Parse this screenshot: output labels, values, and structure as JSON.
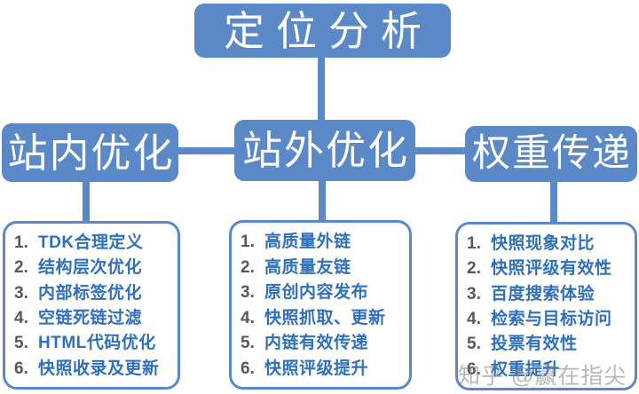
{
  "diagram": {
    "root": {
      "label": "定位分析"
    },
    "branches": [
      {
        "label": "站内优化",
        "items": [
          {
            "num": "1.",
            "text": "TDK合理定义"
          },
          {
            "num": "2.",
            "text": "结构层次优化"
          },
          {
            "num": "3.",
            "text": "内部标签优化"
          },
          {
            "num": "4.",
            "text": "空链死链过滤"
          },
          {
            "num": "5.",
            "text": "HTML代码优化"
          },
          {
            "num": "6.",
            "text": "快照收录及更新"
          }
        ]
      },
      {
        "label": "站外优化",
        "items": [
          {
            "num": "1.",
            "text": "高质量外链"
          },
          {
            "num": "2.",
            "text": "高质量友链"
          },
          {
            "num": "3.",
            "text": "原创内容发布"
          },
          {
            "num": "4.",
            "text": "快照抓取、更新"
          },
          {
            "num": "5.",
            "text": "内链有效传递"
          },
          {
            "num": "6.",
            "text": "快照评级提升"
          }
        ]
      },
      {
        "label": "权重传递",
        "items": [
          {
            "num": "1.",
            "text": "快照现象对比"
          },
          {
            "num": "2.",
            "text": "快照评级有效性"
          },
          {
            "num": "3.",
            "text": "百度搜索体验"
          },
          {
            "num": "4.",
            "text": "检索与目标访问"
          },
          {
            "num": "5.",
            "text": "投票有效性"
          },
          {
            "num": "6.",
            "text": "权重提升"
          }
        ]
      }
    ],
    "watermark": "知乎 @赢在指尖",
    "colors": {
      "node_blue": "#5b88c7",
      "item_text_blue": "#2e70bd",
      "item_number_gray": "#57585a",
      "background": "#ffffff"
    }
  }
}
